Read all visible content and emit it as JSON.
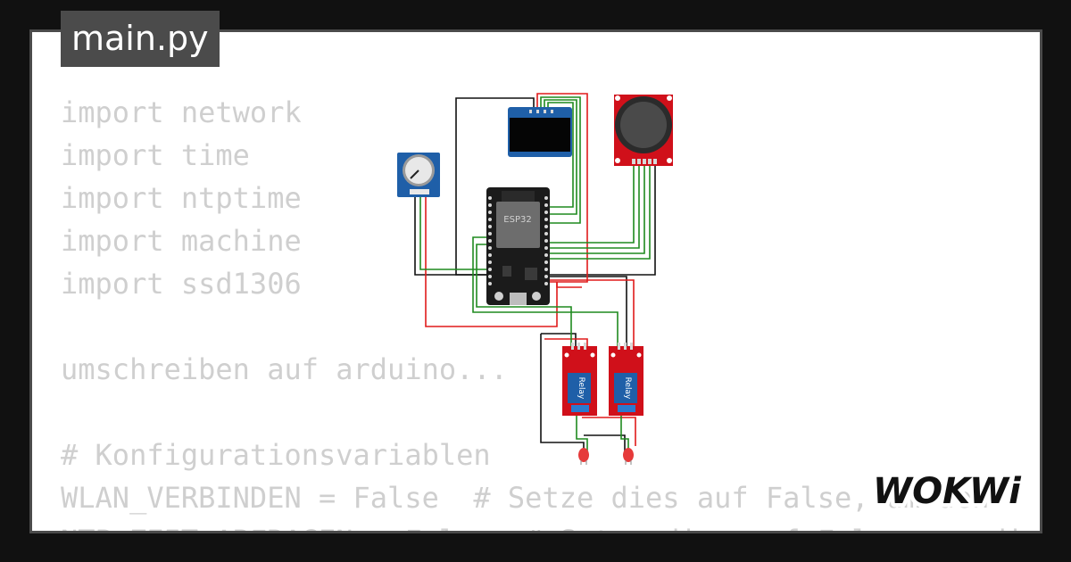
{
  "file_tab": {
    "label": "main.py"
  },
  "code": {
    "lines": [
      "import network",
      "import time",
      "import ntptime",
      "import machine",
      "import ssd1306",
      "",
      "umschreiben auf arduino...",
      "",
      "# Konfigurationsvariablen",
      "WLAN_VERBINDEN = False  # Setze dies auf False, um den",
      "NTP_ZEIT_ABFRAGEN = False  # Setze dies auf False, um die"
    ]
  },
  "circuit": {
    "esp32_label": "ESP32",
    "relay_label": "Relay",
    "colors": {
      "wire_green": "#1f8a1f",
      "wire_red": "#e01b1b",
      "wire_black": "#111111",
      "board_blue": "#1f5fa8",
      "board_red": "#d0101a"
    }
  },
  "brand": {
    "logo_text": "WOKWi"
  }
}
